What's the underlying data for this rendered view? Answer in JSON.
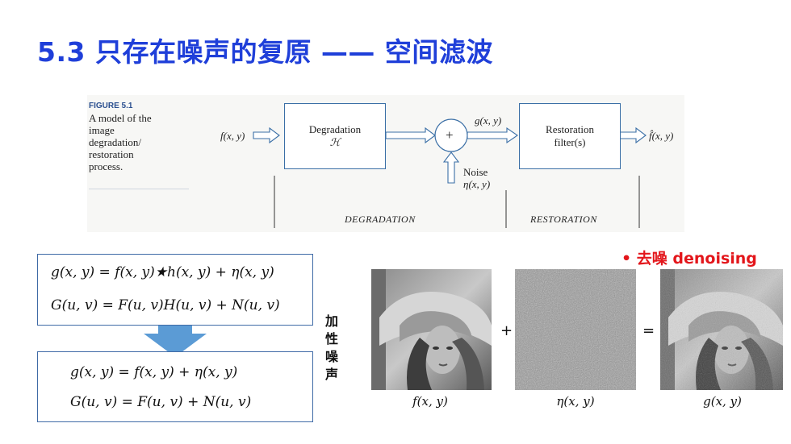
{
  "title": "5.3 只存在噪声的复原 —— 空间滤波",
  "figure": {
    "label": "FIGURE 5.1",
    "caption_lines": [
      "A model of the",
      "image",
      "degradation/",
      "restoration",
      "process."
    ],
    "input": "f(x, y)",
    "degradation_box": [
      "Degradation",
      "ℋ"
    ],
    "plus_symbol": "+",
    "g_label": "g(x, y)",
    "noise_label": [
      "Noise",
      "η(x, y)"
    ],
    "restoration_box": [
      "Restoration",
      "filter(s)"
    ],
    "output": "f̂(x, y)",
    "section_degradation": "DEGRADATION",
    "section_restoration": "RESTORATION"
  },
  "equations_top": [
    "g(x, y) = f(x, y)★h(x, y) + η(x, y)",
    "G(u, v) = F(u, v)H(u, v) + N(u, v)"
  ],
  "equations_bottom": [
    "g(x, y) = f(x, y) +  η(x, y)",
    "G(u, v) = F(u, v) + N(u, v)"
  ],
  "vertical_label": "加性噪声",
  "denoise_label": "• 去噪 denoising",
  "images": {
    "plus": "+",
    "equals": "=",
    "captions": [
      "f(x, y)",
      "η(x, y)",
      "g(x, y)"
    ]
  },
  "colors": {
    "title": "#1f3fd9",
    "accent_red": "#e3161b",
    "arrow_blue": "#5b9bd5",
    "box_border": "#3f6aa6"
  }
}
